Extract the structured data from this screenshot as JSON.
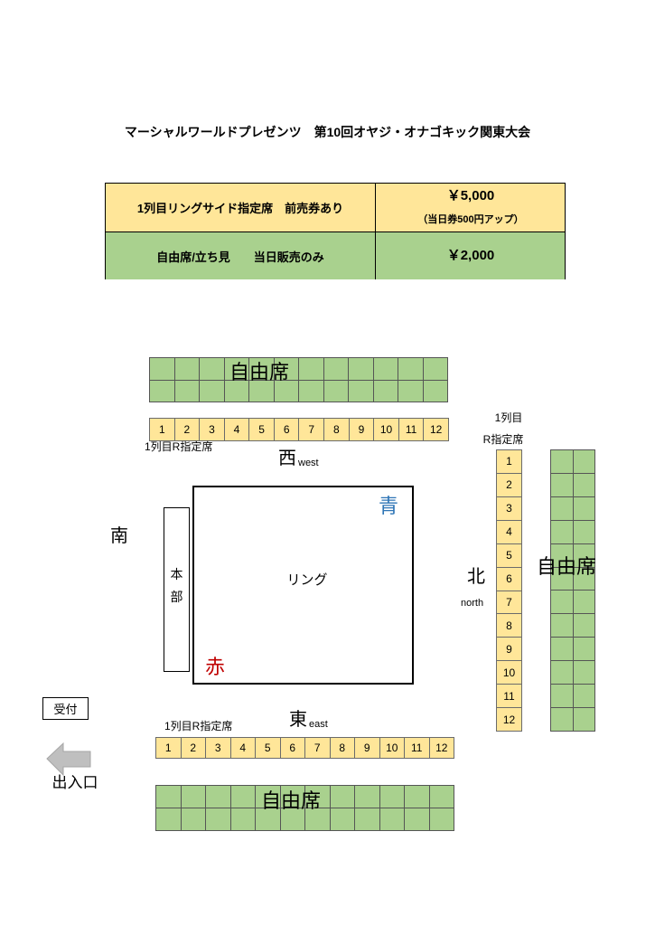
{
  "title": "マーシャルワールドプレゼンツ　第10回オヤジ・オナゴキック関東大会",
  "price_table": {
    "ringside": {
      "label": "1列目リングサイド指定席　前売券あり",
      "price": "￥5,000",
      "note": "（当日券500円アップ）"
    },
    "free": {
      "label": "自由席/立ち見　　当日販売のみ",
      "price": "￥2,000"
    }
  },
  "colors": {
    "reserved_seat": "#FFE699",
    "free_seat": "#A9D18E",
    "blue_corner": "#2E75B6",
    "red_corner": "#C00000",
    "entrance_arrow": "#BFBFBF"
  },
  "west_side": {
    "free_label": "自由席",
    "reserved_label": "1列目R指定席",
    "seats": [
      "1",
      "2",
      "3",
      "4",
      "5",
      "6",
      "7",
      "8",
      "9",
      "10",
      "11",
      "12"
    ],
    "direction": "西",
    "direction_en": "west"
  },
  "north_side": {
    "free_label": "自由席",
    "reserved_label_line1": "1列目",
    "reserved_label_line2": "R指定席",
    "seats": [
      "1",
      "2",
      "3",
      "4",
      "5",
      "6",
      "7",
      "8",
      "9",
      "10",
      "11",
      "12"
    ],
    "direction": "北",
    "direction_en": "north"
  },
  "east_side": {
    "free_label": "自由席",
    "reserved_label": "1列目R指定席",
    "seats": [
      "1",
      "2",
      "3",
      "4",
      "5",
      "6",
      "7",
      "8",
      "9",
      "10",
      "11",
      "12"
    ],
    "direction": "東",
    "direction_en": "east"
  },
  "south_side": {
    "direction": "南"
  },
  "ring": {
    "label": "リング",
    "blue_corner": "青",
    "red_corner": "赤"
  },
  "headquarters": {
    "label_line1": "本",
    "label_line2": "部"
  },
  "reception": {
    "label": "受付"
  },
  "entrance": {
    "label": "出入口",
    "icon": "arrow-left-icon"
  }
}
